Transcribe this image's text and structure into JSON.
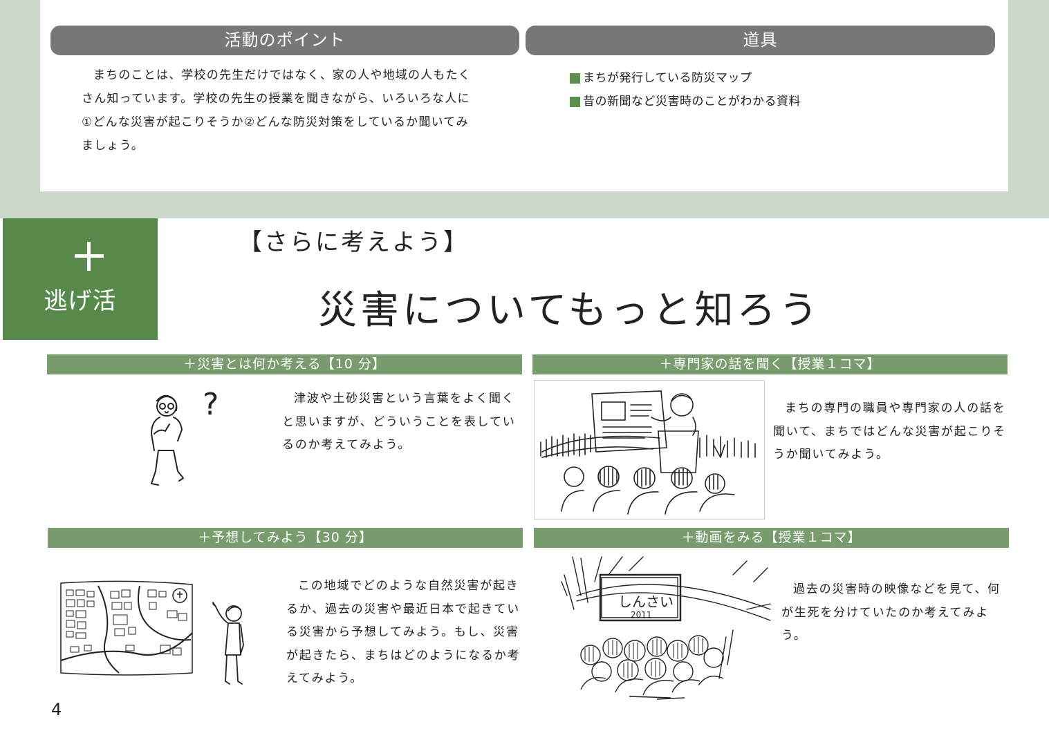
{
  "activity": {
    "heading": "活動のポイント",
    "text": "まちのことは、学校の先生だけではなく、家の人や地域の人もたくさん知っています。学校の先生の授業を聞きながら、いろいろな人に①どんな災害が起こりそうか②どんな防災対策をしているか聞いてみましょう。"
  },
  "tools": {
    "heading": "道具",
    "items": [
      "まちが発行している防災マップ",
      "昔の新聞など災害時のことがわかる資料"
    ]
  },
  "badge": {
    "symbol": "+",
    "label": "逃げ活"
  },
  "section": {
    "subtitle": "【さらに考えよう】",
    "title": "災害についてもっと知ろう"
  },
  "cards": [
    {
      "heading": "＋災害とは何か考える【10 分】",
      "text": "津波や土砂災害という言葉をよく聞くと思いますが、どういうことを表しているのか考えてみよう。"
    },
    {
      "heading": "＋専門家の話を聞く【授業１コマ】",
      "text": "まちの専門の職員や専門家の人の話を聞いて、まちではどんな災害が起こりそうか聞いてみよう。"
    },
    {
      "heading": "＋予想してみよう【30 分】",
      "text": "この地域でどのような自然災害が起きるか、過去の災害や最近日本で起きている災害から予想してみよう。もし、災害が起きたら、まちはどのようになるか考えてみよう。"
    },
    {
      "heading": "＋動画をみる【授業１コマ】",
      "text": "過去の災害時の映像などを見て、何が生死を分けていたのか考えてみよう。"
    }
  ],
  "illustrations": {
    "question_mark": "?",
    "screen_title": "しんさい",
    "screen_year": "2011"
  },
  "colors": {
    "band": "#cad9c9",
    "badge_green": "#58894c",
    "bar_green": "#789c6d",
    "pill_gray": "#777777"
  },
  "page_number": "4"
}
